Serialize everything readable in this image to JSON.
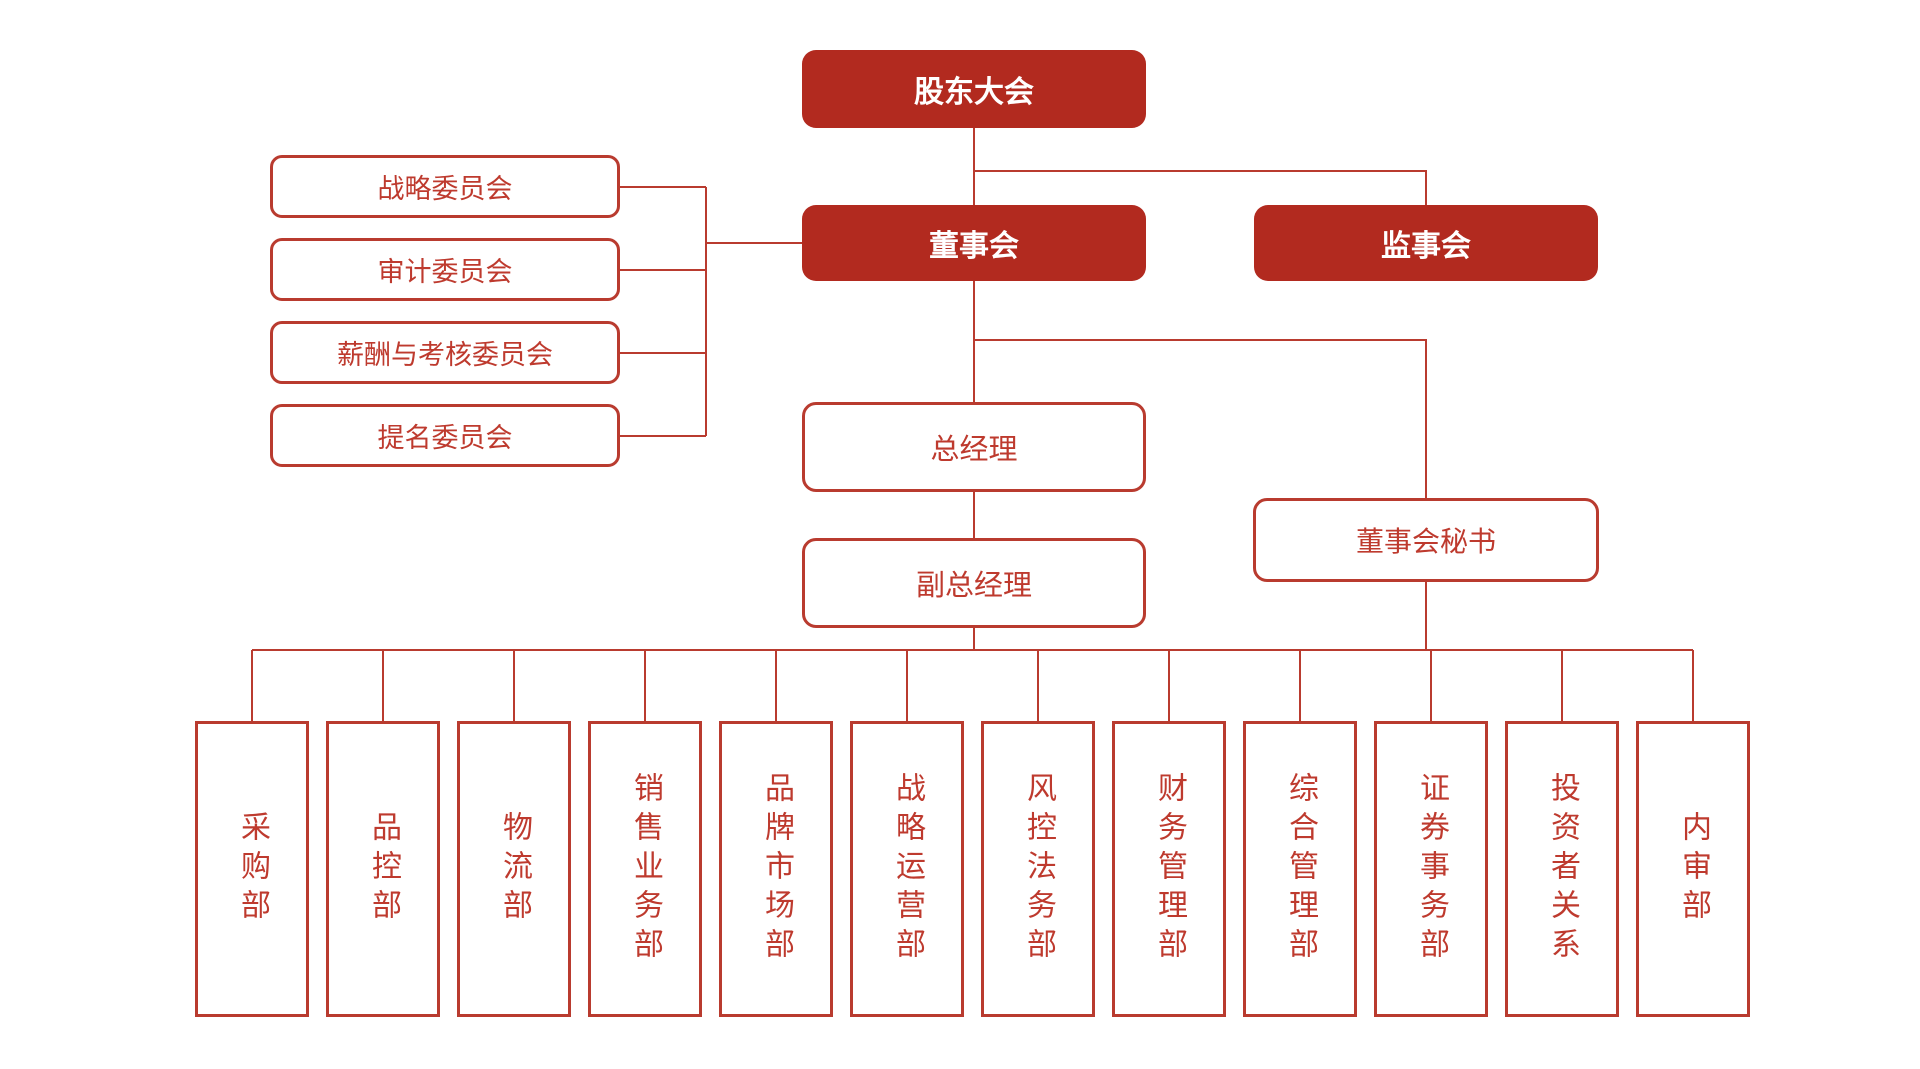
{
  "palette": {
    "fill_red": "#B22A1F",
    "stroke_red": "#B93B2F",
    "text_on_fill": "#FFFFFF",
    "background": "#FFFFFF"
  },
  "nodes": {
    "shareholders_meeting": {
      "label": "股东大会"
    },
    "board_of_directors": {
      "label": "董事会"
    },
    "supervisory_board": {
      "label": "监事会"
    },
    "general_manager": {
      "label": "总经理"
    },
    "deputy_general_manager": {
      "label": "副总经理"
    },
    "board_secretary": {
      "label": "董事会秘书"
    }
  },
  "committees": [
    {
      "label": "战略委员会"
    },
    {
      "label": "审计委员会"
    },
    {
      "label": "薪酬与考核委员会"
    },
    {
      "label": "提名委员会"
    }
  ],
  "departments": [
    {
      "label": "采购部"
    },
    {
      "label": "品控部"
    },
    {
      "label": "物流部"
    },
    {
      "label": "销售业务部"
    },
    {
      "label": "品牌市场部"
    },
    {
      "label": "战略运营部"
    },
    {
      "label": "风控法务部"
    },
    {
      "label": "财务管理部"
    },
    {
      "label": "综合管理部"
    },
    {
      "label": "证券事务部"
    },
    {
      "label": "投资者关系"
    },
    {
      "label": "内审部"
    }
  ]
}
